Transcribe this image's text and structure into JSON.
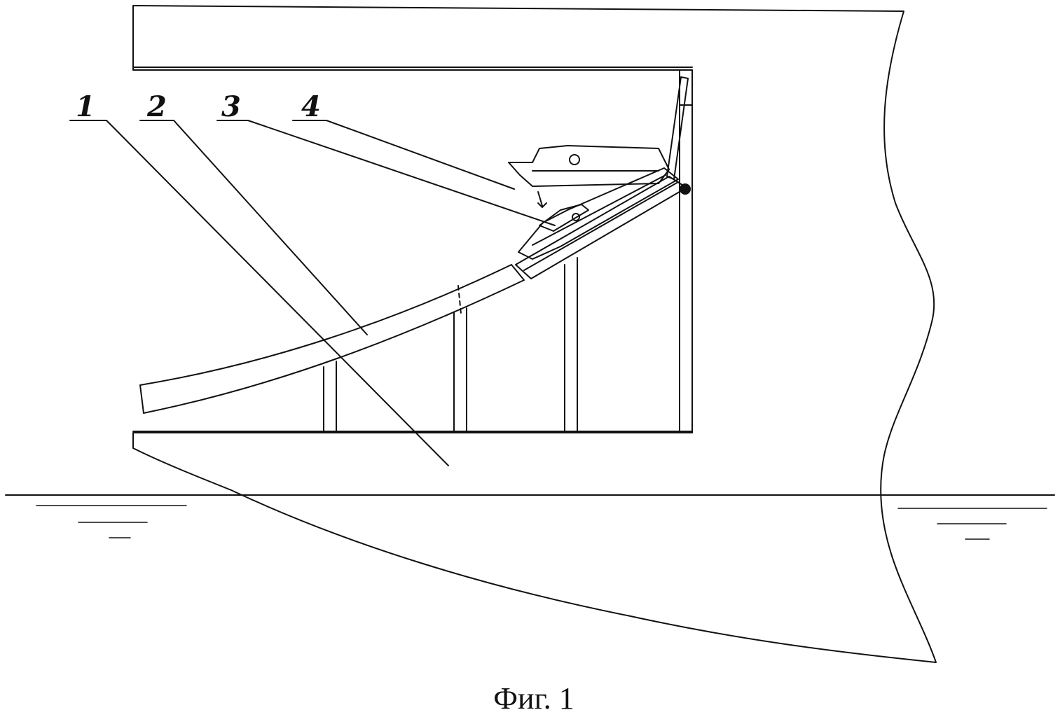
{
  "figure": {
    "caption": "Фиг. 1",
    "labels": [
      "1",
      "2",
      "3",
      "4"
    ],
    "colors": {
      "line": "#111111",
      "fill": "#ffffff"
    }
  }
}
